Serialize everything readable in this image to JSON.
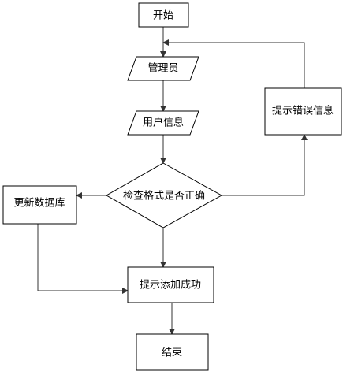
{
  "diagram": {
    "nodes": {
      "start": {
        "label": "开始"
      },
      "admin": {
        "label": "管理员"
      },
      "user_info": {
        "label": "用户信息"
      },
      "check": {
        "label": "检查格式是否正确"
      },
      "error": {
        "label": "提示错误信息"
      },
      "update_db": {
        "label": "更新数据库"
      },
      "success": {
        "label": "提示添加成功"
      },
      "end": {
        "label": "结束"
      }
    },
    "colors": {
      "stroke": "#000000",
      "fill": "#ffffff"
    }
  }
}
